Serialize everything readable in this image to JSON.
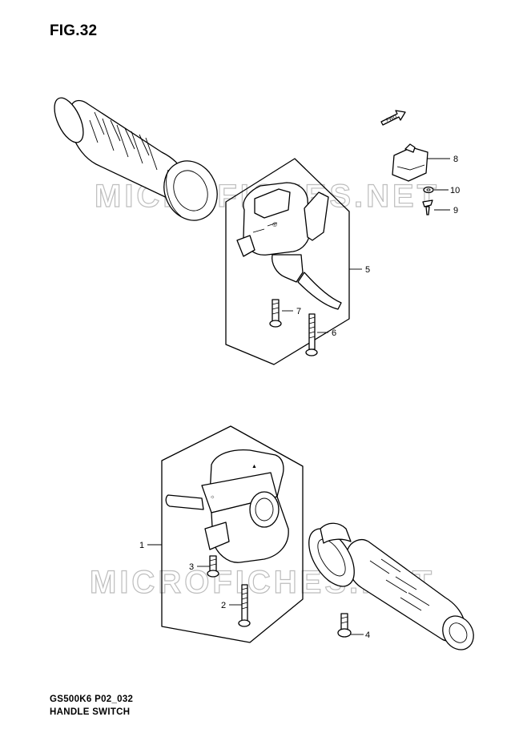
{
  "figure": {
    "title": "FIG.32"
  },
  "footer": {
    "model_code": "GS500K6 P02_032",
    "section_name": "HANDLE SWITCH"
  },
  "watermark": {
    "text": "MICROFICHES.NET"
  },
  "direction_marker": {
    "text": "FWD"
  },
  "callouts": {
    "c1": "1",
    "c2": "2",
    "c3": "3",
    "c4": "4",
    "c5": "5",
    "c6": "6",
    "c7": "7",
    "c8": "8",
    "c9": "9",
    "c10": "10"
  },
  "colors": {
    "ink": "#000000",
    "watermark": "#bdbdbd",
    "background": "#ffffff"
  }
}
